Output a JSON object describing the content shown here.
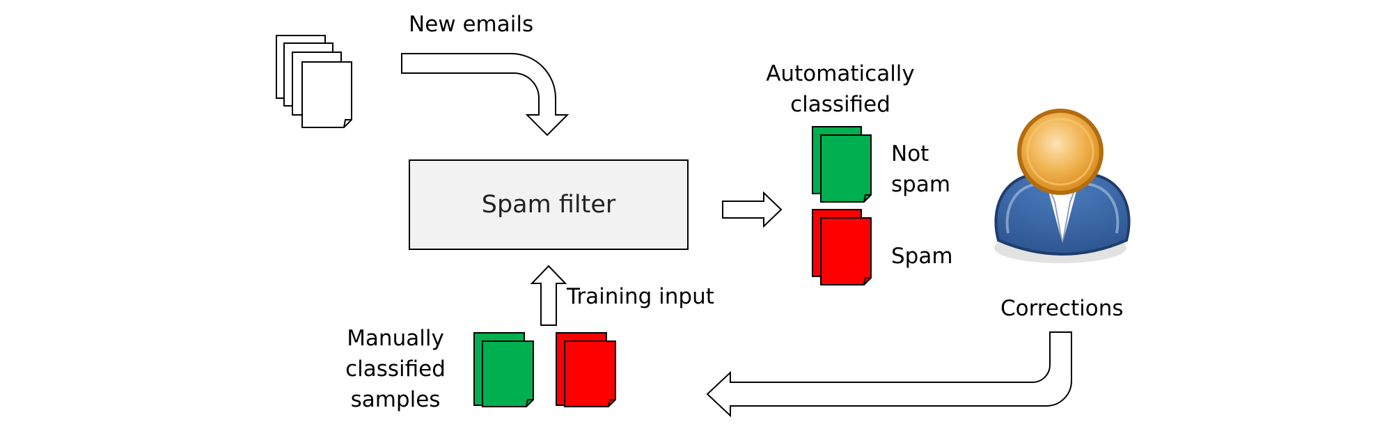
{
  "labels": {
    "new_emails": "New emails",
    "spam_filter": "Spam filter",
    "auto_line1": "Automatically",
    "auto_line2": "classified",
    "not_spam_line1": "Not",
    "not_spam_line2": "spam",
    "spam": "Spam",
    "training_input": "Training input",
    "manual_line1": "Manually",
    "manual_line2": "classified",
    "manual_line3": "samples",
    "corrections": "Corrections"
  },
  "colors": {
    "not_spam": "#00b050",
    "spam": "#ff0000",
    "filter_fill": "#f2f2f2",
    "person_body": "#3465a4",
    "person_head": "#e8a33a"
  },
  "icons": {
    "emails": "document-stack-icon",
    "person": "user-icon"
  }
}
